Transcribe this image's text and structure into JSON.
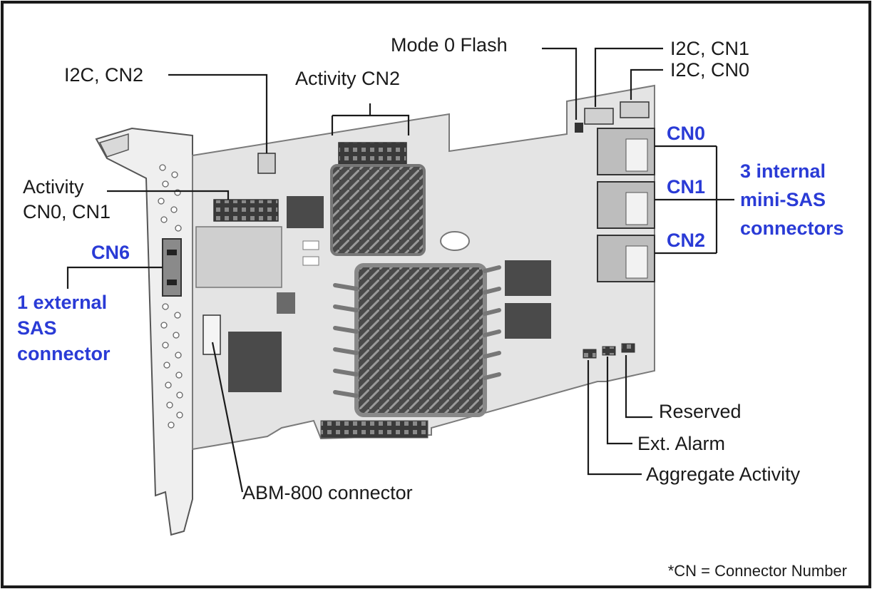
{
  "labels": {
    "i2c_cn2": "I2C, CN2",
    "activity_cn2": "Activity CN2",
    "mode0_flash": "Mode 0 Flash",
    "i2c_cn1": "I2C, CN1",
    "i2c_cn0": "I2C, CN0",
    "activity_cn0_cn1_line1": "Activity",
    "activity_cn0_cn1_line2": "CN0, CN1",
    "cn6": "CN6",
    "external_line1": "1 external",
    "external_line2": "SAS",
    "external_line3": "connector",
    "cn0": "CN0",
    "cn1": "CN1",
    "cn2": "CN2",
    "internal_line1": "3 internal",
    "internal_line2": "mini-SAS",
    "internal_line3": "connectors",
    "reserved": "Reserved",
    "ext_alarm": "Ext. Alarm",
    "aggregate_activity": "Aggregate Activity",
    "abm_connector": "ABM-800 connector",
    "footnote": "*CN = Connector Number"
  },
  "colors": {
    "accent_blue": "#2a3bd6",
    "text": "#1a1a1a",
    "board": "#e4e4e4",
    "board_edge": "#7a7a7a"
  }
}
